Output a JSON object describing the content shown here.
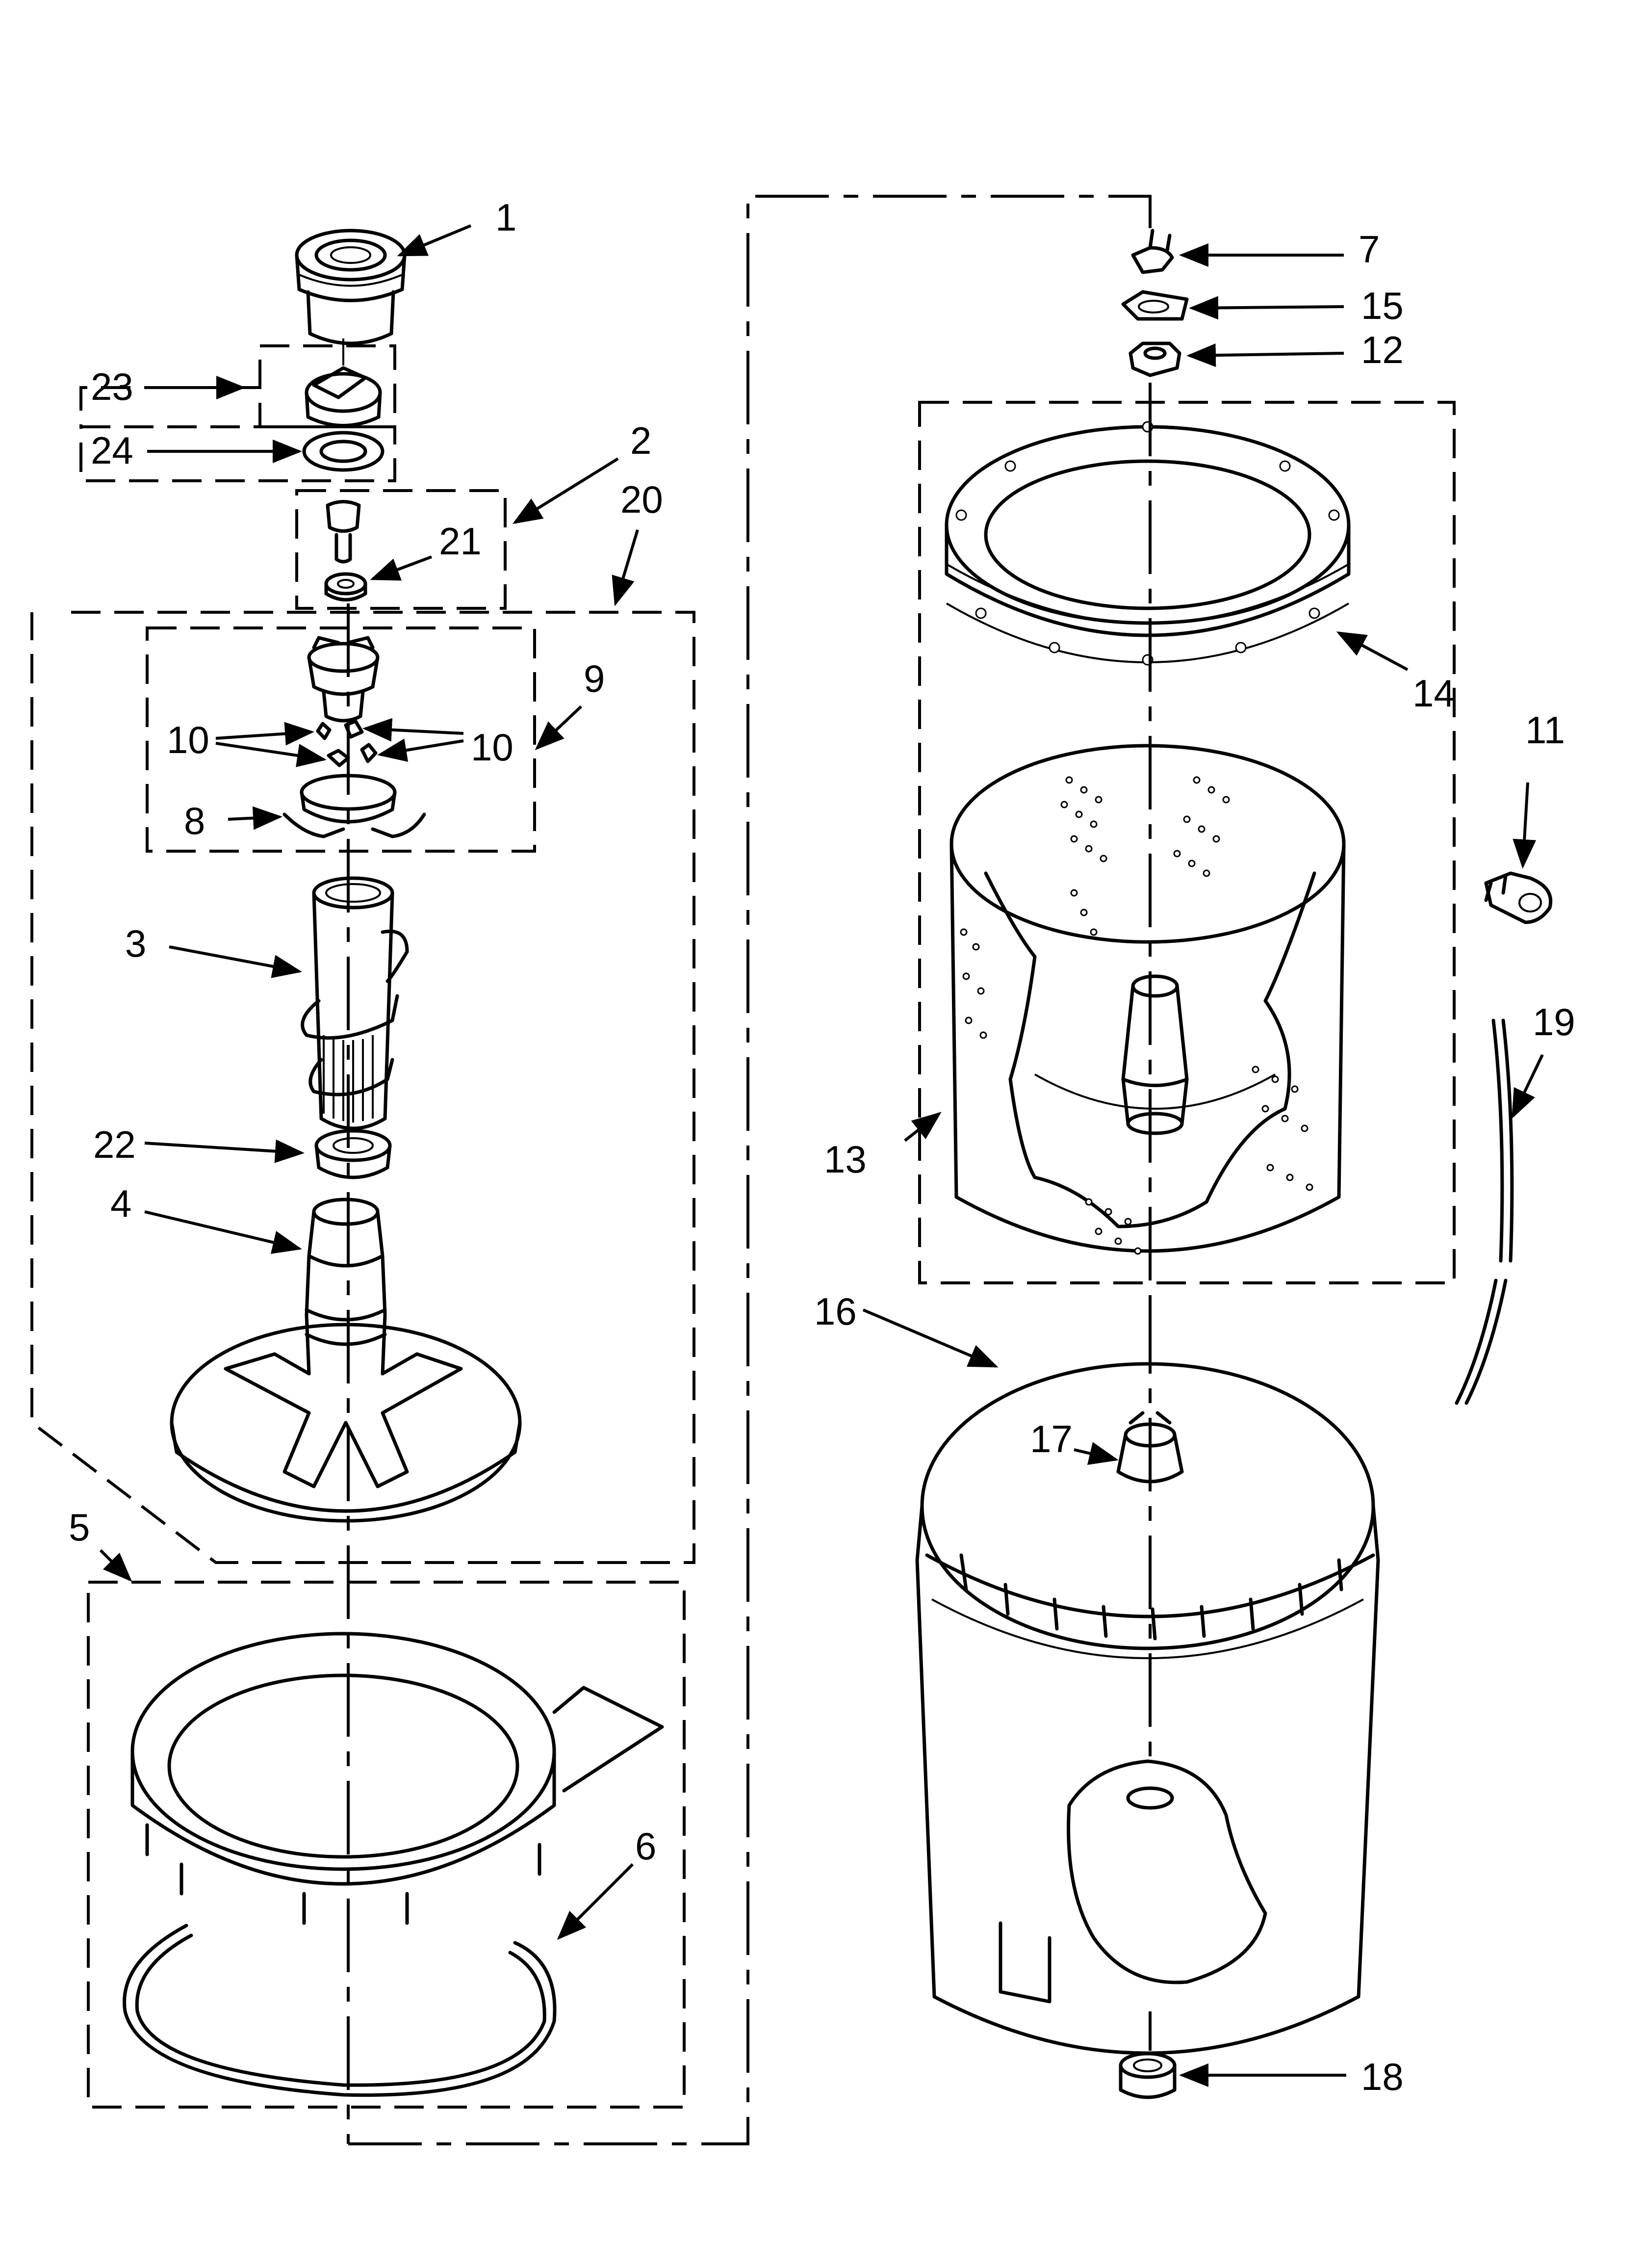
{
  "callouts": {
    "c1": "1",
    "c2": "2",
    "c3": "3",
    "c4": "4",
    "c5": "5",
    "c6": "6",
    "c7": "7",
    "c8": "8",
    "c9": "9",
    "c10a": "10",
    "c10b": "10",
    "c11": "11",
    "c12": "12",
    "c13": "13",
    "c14": "14",
    "c15": "15",
    "c16": "16",
    "c17": "17",
    "c18": "18",
    "c19": "19",
    "c20": "20",
    "c21": "21",
    "c22": "22",
    "c23": "23",
    "c24": "24"
  }
}
